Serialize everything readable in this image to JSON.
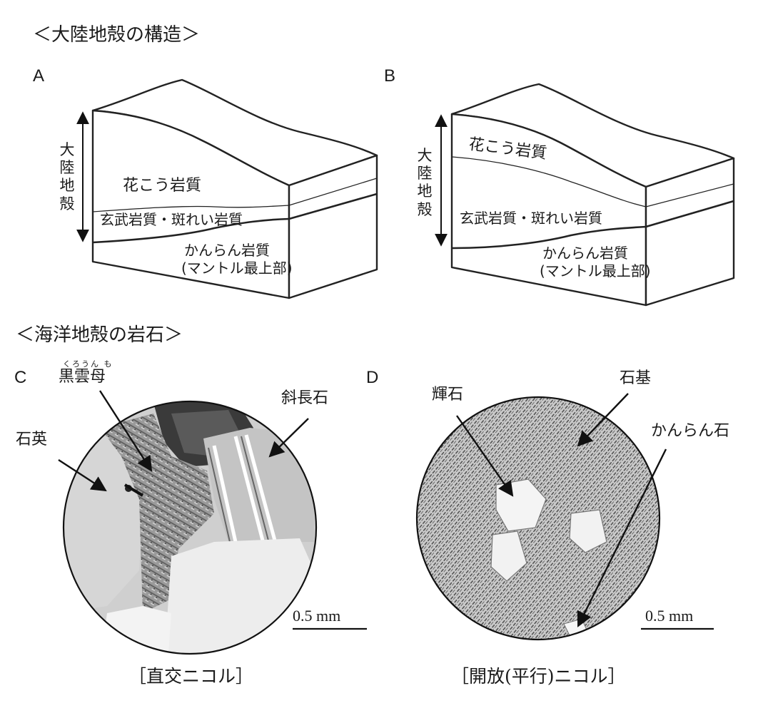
{
  "sections": {
    "continental": "＜大陸地殻の構造＞",
    "oceanic": "＜海洋地殻の岩石＞"
  },
  "panels": {
    "A": {
      "letter": "A",
      "vertical_label": "大陸地殻",
      "granite": "花こう岩質",
      "basalt": "玄武岩質・斑れい岩質",
      "peridotite_1": "かんらん岩質",
      "peridotite_2": "(マントル最上部)"
    },
    "B": {
      "letter": "B",
      "vertical_label": "大陸地殻",
      "granite": "花こう岩質",
      "basalt": "玄武岩質・斑れい岩質",
      "peridotite_1": "かんらん岩質",
      "peridotite_2": "(マントル最上部)"
    },
    "C": {
      "letter": "C",
      "biotite": "黒雲母",
      "biotite_ruby": "くろうん も",
      "quartz": "石英",
      "plagioclase": "斜長石",
      "scale": "0.5 mm",
      "caption": "［直交ニコル］"
    },
    "D": {
      "letter": "D",
      "pyroxene": "輝石",
      "groundmass": "石基",
      "olivine": "かんらん石",
      "scale": "0.5 mm",
      "caption": "［開放(平行)ニコル］"
    }
  },
  "colors": {
    "ink": "#1a1a1a",
    "line": "#222222",
    "thin": "#555555"
  }
}
